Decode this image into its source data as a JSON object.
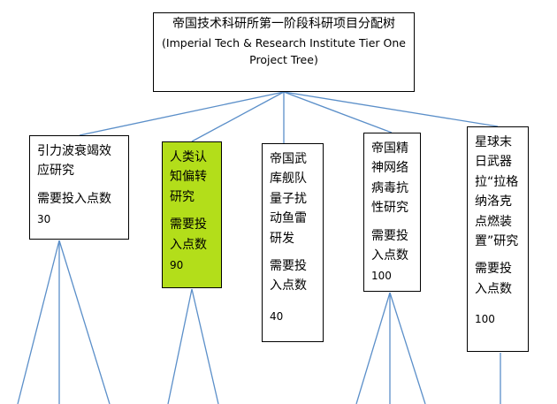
{
  "root": {
    "title_zh": "帝国技术科研所第一阶段科研项目分配树",
    "title_en": "(Imperial Tech & Research Institute Tier One Project Tree)"
  },
  "points_label": "需要投入点数",
  "projects": [
    {
      "name": "引力波衰竭效应研究",
      "points": "30"
    },
    {
      "name": "人类认知偏转研究",
      "points": "90"
    },
    {
      "name": "帝国武库舰队量子扰动鱼雷研发",
      "points": "40"
    },
    {
      "name": "帝国精神网络病毒抗性研究",
      "points": "100"
    },
    {
      "name": "星球末日武器拉“拉格纳洛克点燃装置”研究",
      "points": "100"
    }
  ],
  "colors": {
    "connector": "#5b8fc9",
    "highlight": "#b3de1a"
  }
}
